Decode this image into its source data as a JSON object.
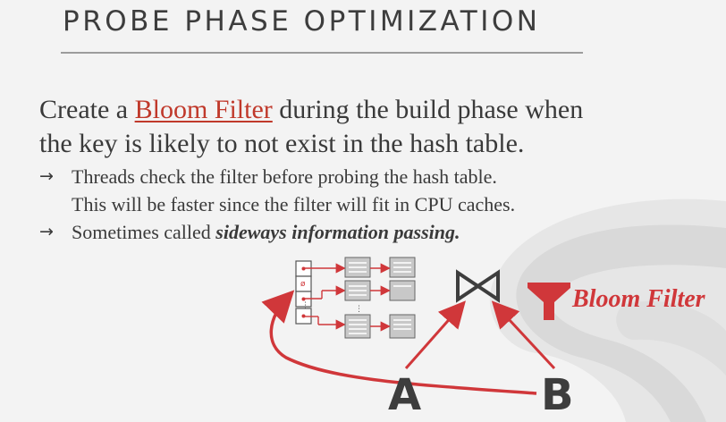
{
  "slide": {
    "title": "PROBE PHASE OPTIMIZATION",
    "main_text_before": "Create a ",
    "main_link": "Bloom Filter",
    "main_text_after": " during the build phase when",
    "main_text_line2": "the key is likely to not exist in the hash table.",
    "bullets": [
      {
        "line1": "Threads check the filter before probing the hash table.",
        "line2": "This will be faster since the filter will fit in CPU caches."
      },
      {
        "prefix": "Sometimes called ",
        "emphasis": "sideways information passing."
      }
    ],
    "arrow_glyph": "→"
  },
  "diagram": {
    "bloom_filter_label": "Bloom Filter",
    "join_symbol": "⋈",
    "left_input": "A",
    "right_input": "B",
    "colors": {
      "accent_red": "#d0373a",
      "gray_box": "#c8c8c8",
      "dark": "#3d3d3d"
    },
    "icons": [
      "hash-table-icon",
      "funnel-icon",
      "join-icon"
    ]
  }
}
